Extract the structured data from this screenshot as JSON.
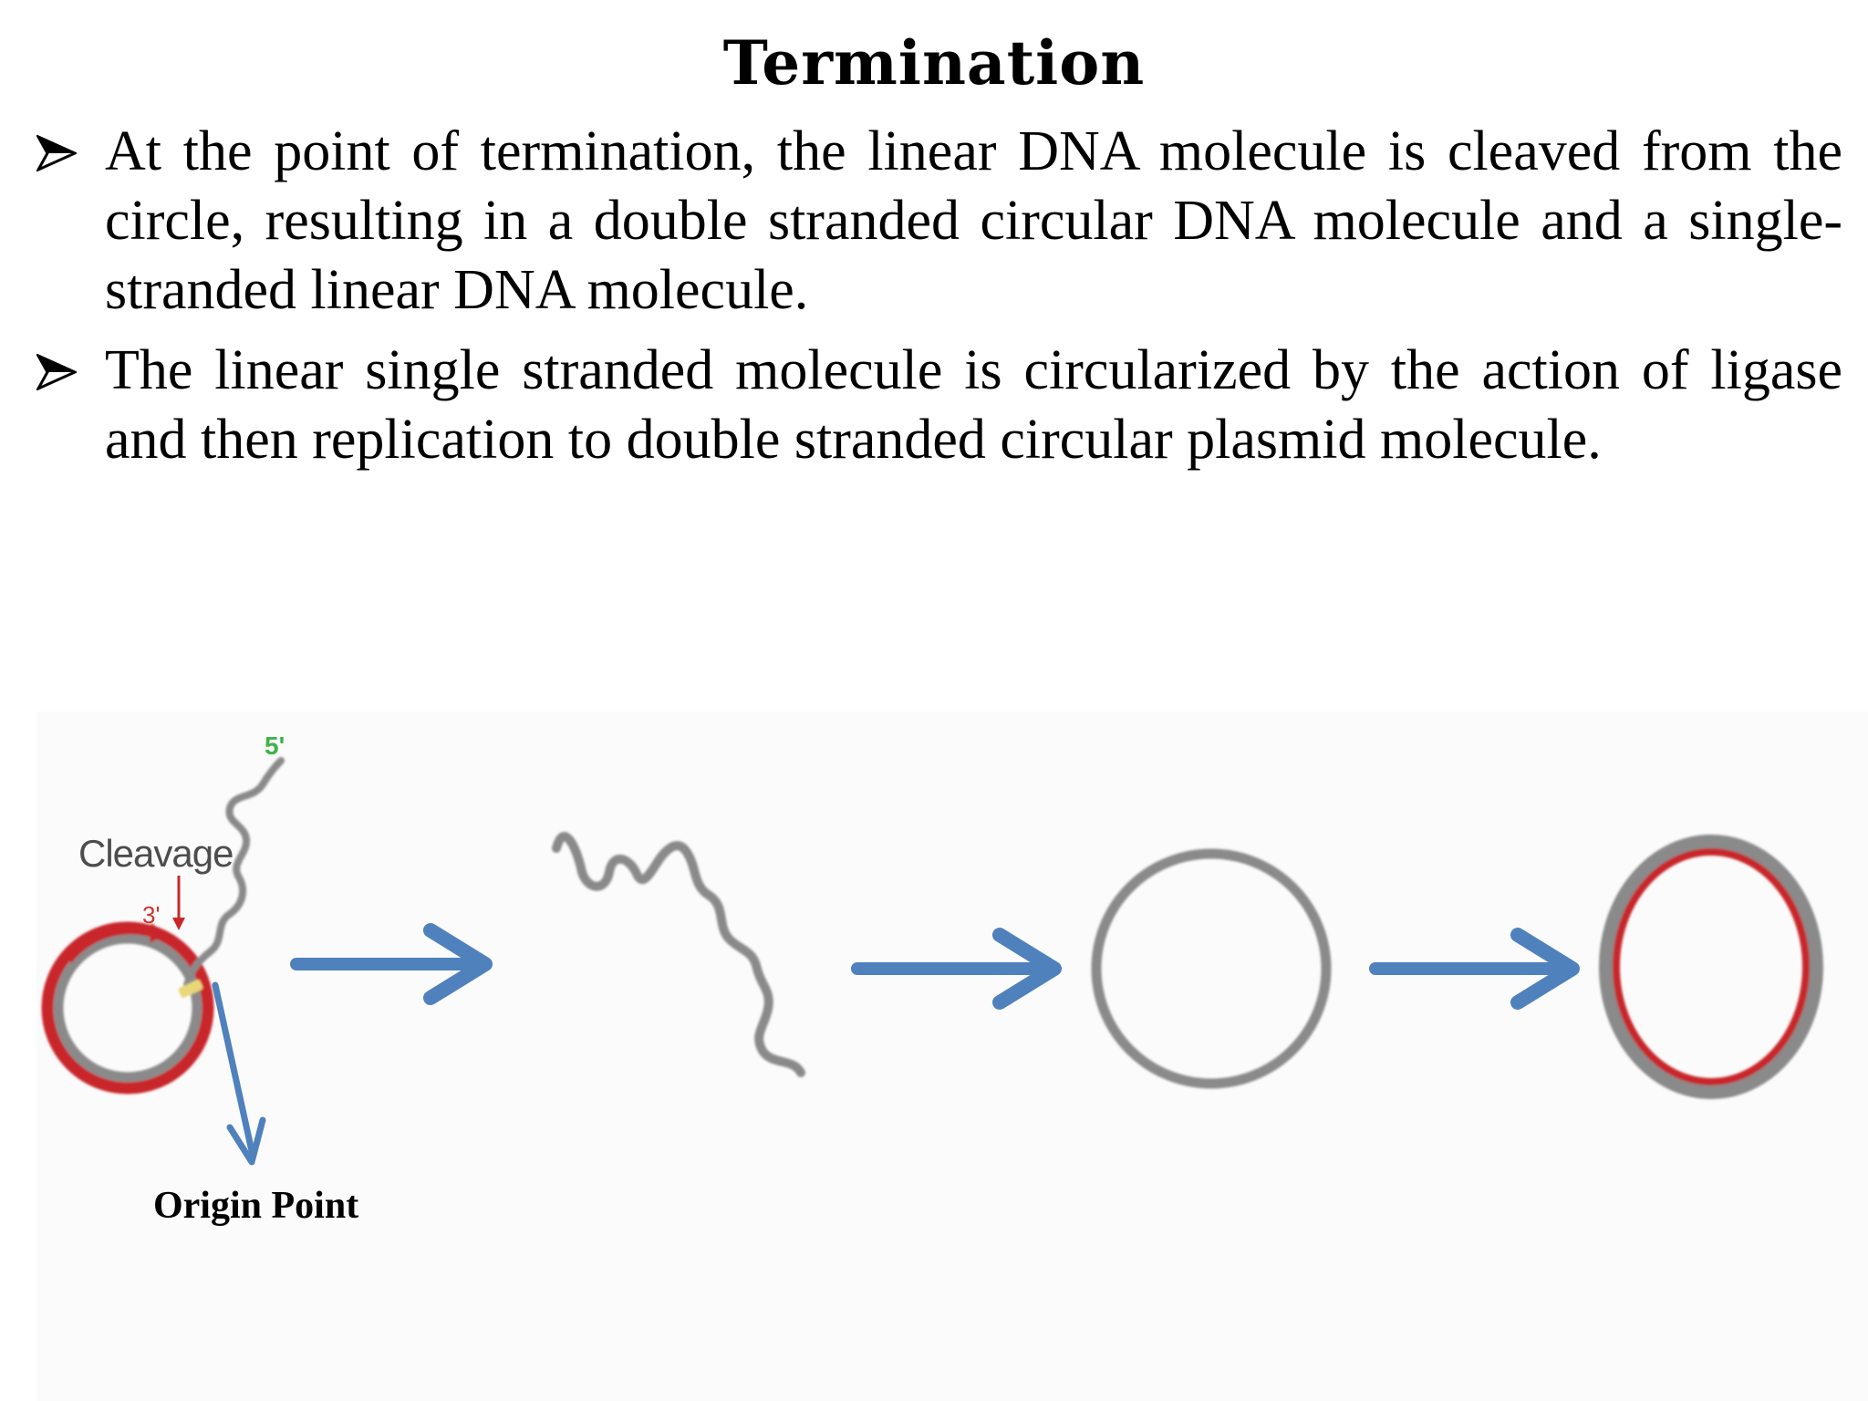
{
  "slide": {
    "title": "Termination",
    "bullets": [
      "At the point of termination, the linear DNA molecule is cleaved from the circle, resulting in a double stranded circular DNA molecule and a single-stranded linear DNA molecule.",
      "The linear single stranded molecule is circularized by the action of ligase and then replication to double stranded circular plasmid molecule."
    ]
  },
  "figure": {
    "labels": {
      "cleavage": "Cleavage",
      "five_prime": "5'",
      "three_prime": "3'",
      "origin_point": "Origin Point"
    },
    "colors": {
      "arrow": "#4f81bd",
      "dna_gray": "#8a8a8a",
      "dna_red": "#c8282a",
      "five_prime": "#3db34a",
      "origin_marker": "#e8d87a"
    }
  }
}
